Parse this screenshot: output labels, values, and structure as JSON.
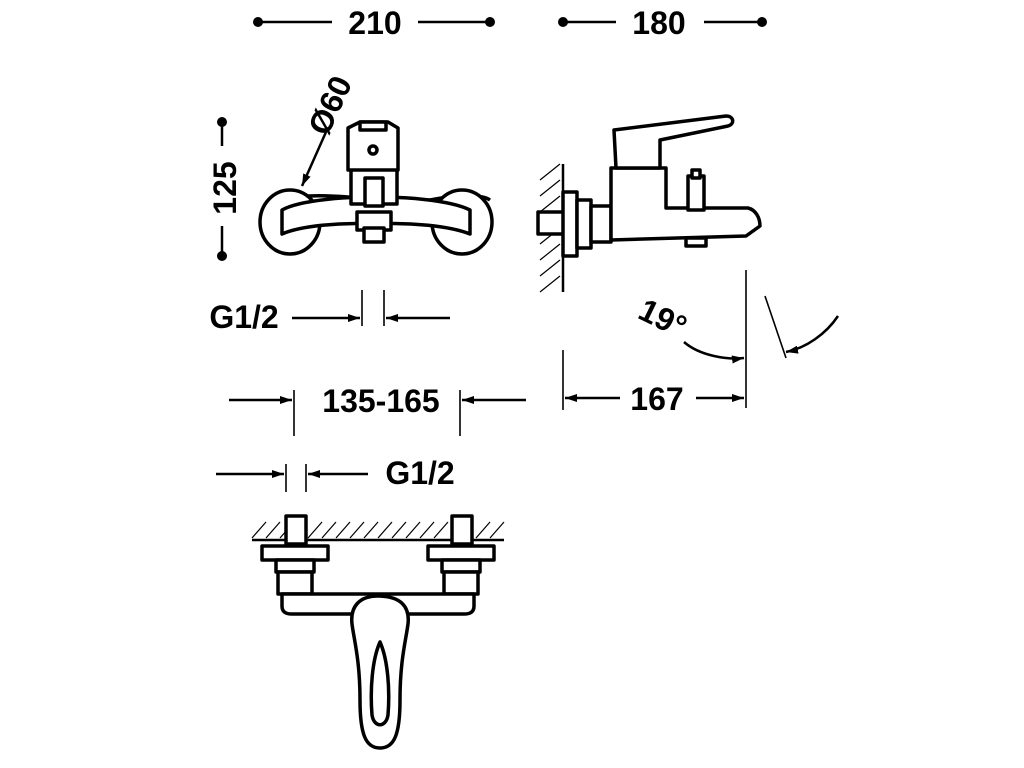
{
  "dimensions": {
    "width_front": "210",
    "depth_side": "180",
    "diameter": "Ø60",
    "height": "125",
    "inlet_front": "G1/2",
    "spout_projection": "167",
    "spout_angle": "19°",
    "centers_range": "135-165",
    "inlet_top": "G1/2"
  }
}
